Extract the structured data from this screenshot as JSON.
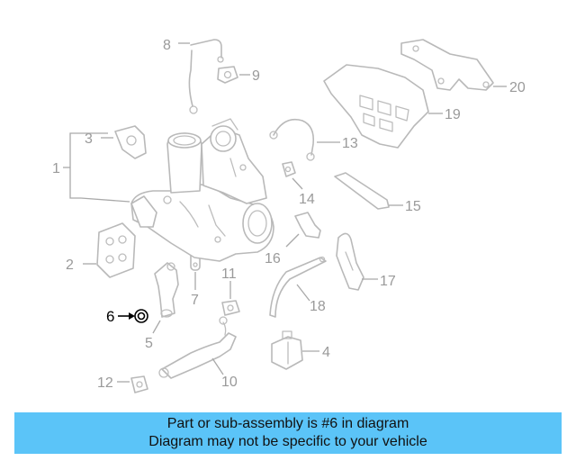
{
  "callouts": {
    "c1": "1",
    "c2": "2",
    "c3": "3",
    "c4": "4",
    "c5": "5",
    "c6": "6",
    "c7": "7",
    "c8": "8",
    "c9": "9",
    "c10": "10",
    "c11": "11",
    "c12": "12",
    "c13": "13",
    "c14": "14",
    "c15": "15",
    "c16": "16",
    "c17": "17",
    "c18": "18",
    "c19": "19",
    "c20": "20"
  },
  "highlighted_part": "6",
  "colors": {
    "banner": "#5bc4f8",
    "part_stroke": "#b9b9b9",
    "highlight": "#000000"
  },
  "banner": {
    "line1": "Part or sub-assembly is #6 in diagram",
    "line2": "Diagram may not be specific to your vehicle"
  }
}
